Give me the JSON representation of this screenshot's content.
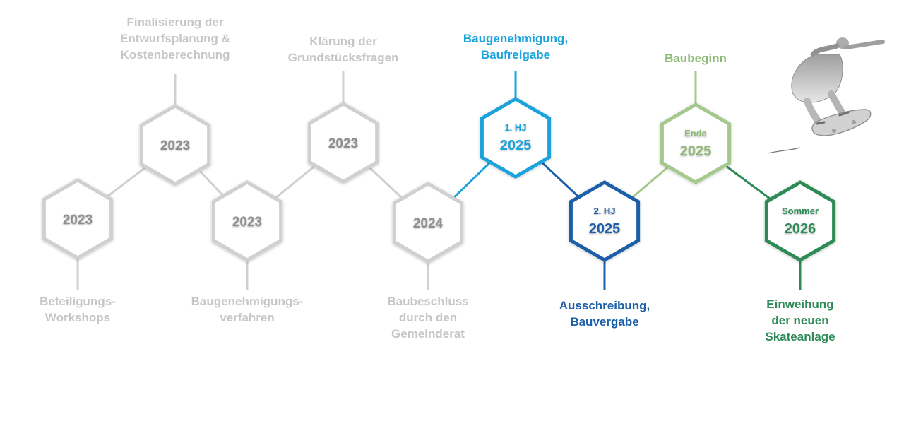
{
  "colors": {
    "grey_line": "#d0d0d0",
    "grey_text": "#c6c6c6",
    "grey_year": "#8f8f8f",
    "light_blue": "#1aa3dc",
    "dark_blue": "#1d5fa8",
    "light_green": "#a4c98c",
    "light_green_text": "#8fba73",
    "dark_green": "#2e8b57",
    "background": "#ffffff"
  },
  "milestones": [
    {
      "id": "workshops",
      "year": "2023",
      "period": "",
      "caption": [
        "Beteiligungs-",
        "Workshops"
      ],
      "color": "grey",
      "status": "completed"
    },
    {
      "id": "entwurf",
      "year": "2023",
      "period": "",
      "caption": [
        "Finalisierung der",
        "Entwurfsplanung &",
        "Kostenberechnung"
      ],
      "color": "grey",
      "status": "completed"
    },
    {
      "id": "baugenehmigungsverfahren",
      "year": "2023",
      "period": "",
      "caption": [
        "Baugenehmigungs-",
        "verfahren"
      ],
      "color": "grey",
      "status": "completed"
    },
    {
      "id": "grundstueck",
      "year": "2023",
      "period": "",
      "caption": [
        "Klärung der",
        "Grundstücksfragen"
      ],
      "color": "grey",
      "status": "completed"
    },
    {
      "id": "baubeschluss",
      "year": "2024",
      "period": "",
      "caption": [
        "Baubeschluss",
        "durch den",
        "Gemeinderat"
      ],
      "color": "grey",
      "status": "completed"
    },
    {
      "id": "baugenehmigung",
      "year": "2025",
      "period": "1. HJ",
      "caption": [
        "Baugenehmigung,",
        "Baufreigabe"
      ],
      "color": "light_blue",
      "status": "upcoming"
    },
    {
      "id": "ausschreibung",
      "year": "2025",
      "period": "2. HJ",
      "caption": [
        "Ausschreibung,",
        "Bauvergabe"
      ],
      "color": "dark_blue",
      "status": "upcoming"
    },
    {
      "id": "baubeginn",
      "year": "2025",
      "period": "Ende",
      "caption": [
        "Baubeginn"
      ],
      "color": "light_green",
      "status": "upcoming"
    },
    {
      "id": "einweihung",
      "year": "2026",
      "period": "Sommer",
      "caption": [
        "Einweihung",
        "der neuen",
        "Skateanlage"
      ],
      "color": "dark_green",
      "status": "upcoming"
    }
  ],
  "illustration": {
    "subject": "skateboarder-illustration"
  }
}
